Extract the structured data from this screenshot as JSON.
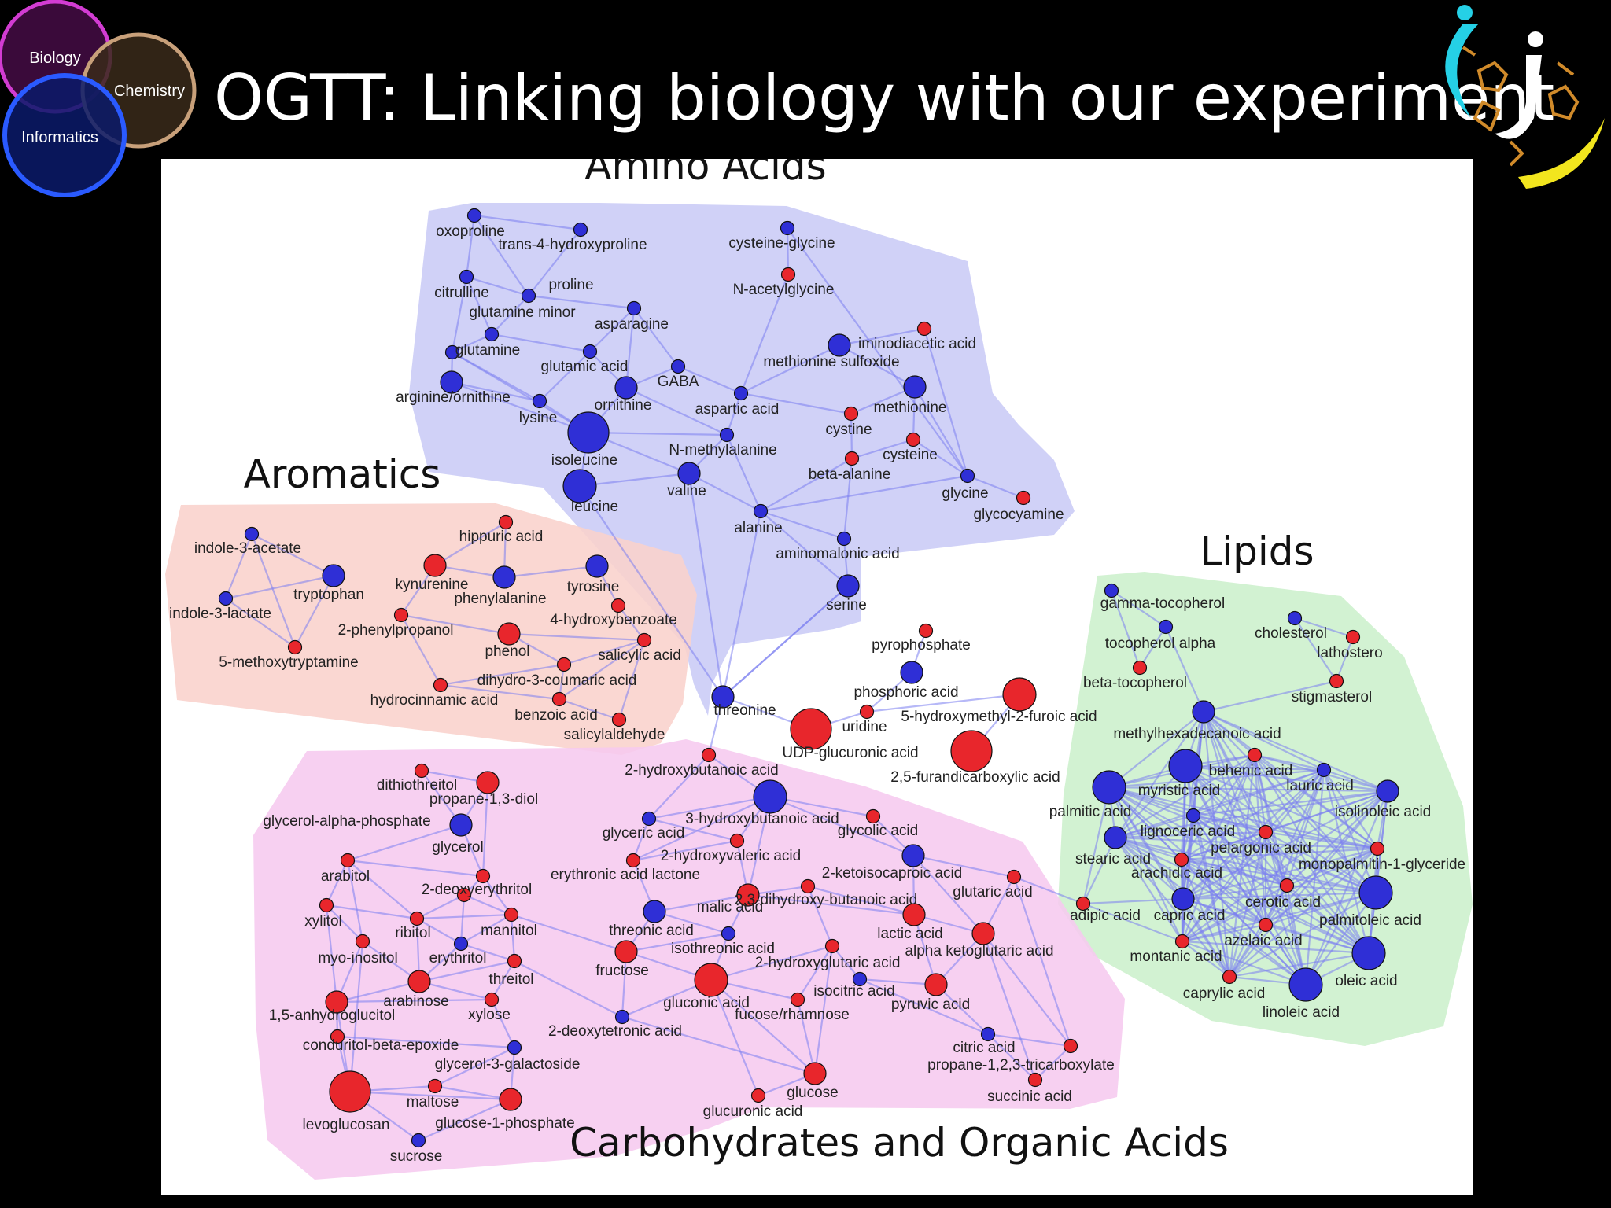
{
  "slide": {
    "title": "OGTT: Linking biology with our experiment",
    "venn": [
      "Biology",
      "Chemistry",
      "Informatics"
    ]
  },
  "colors": {
    "increase": "#e8262c",
    "decrease": "#2f2fd6",
    "edge": "#7a7ef0",
    "amino": "#c9cbf6",
    "aromatics": "#f9d2cc",
    "lipids": "#ccf0cc",
    "carbs": "#f6c9ef"
  },
  "groups": [
    {
      "name": "Amino Acids",
      "color": "amino"
    },
    {
      "name": "Aromatics",
      "color": "aromatics"
    },
    {
      "name": "Lipids",
      "color": "lipids"
    },
    {
      "name": "Carbohydrates and Organic Acids",
      "color": "carbs"
    }
  ],
  "nodes": [
    {
      "id": "oxoproline",
      "label": "oxoproline",
      "c": "b",
      "s": 1
    },
    {
      "id": "hydroxyproline",
      "label": "trans-4-hydroxyproline",
      "c": "b",
      "s": 1
    },
    {
      "id": "citrulline",
      "label": "citrulline",
      "c": "b",
      "s": 1
    },
    {
      "id": "proline",
      "label": "proline",
      "c": "b",
      "s": 1
    },
    {
      "id": "glutamine_minor",
      "label": "glutamine minor",
      "c": "b",
      "s": 1
    },
    {
      "id": "asparagine",
      "label": "asparagine",
      "c": "b",
      "s": 1
    },
    {
      "id": "glutamine",
      "label": "glutamine",
      "c": "b",
      "s": 1
    },
    {
      "id": "glutamic_acid",
      "label": "glutamic acid",
      "c": "b",
      "s": 1
    },
    {
      "id": "gaba",
      "label": "GABA",
      "c": "b",
      "s": 1
    },
    {
      "id": "arginine",
      "label": "arginine/ornithine",
      "c": "b",
      "s": 2
    },
    {
      "id": "lysine",
      "label": "lysine",
      "c": "b",
      "s": 1
    },
    {
      "id": "ornithine",
      "label": "ornithine",
      "c": "b",
      "s": 2
    },
    {
      "id": "isoleucine",
      "label": "isoleucine",
      "c": "b",
      "s": 4
    },
    {
      "id": "leucine",
      "label": "leucine",
      "c": "b",
      "s": 3
    },
    {
      "id": "cysteine_glycine",
      "label": "cysteine-glycine",
      "c": "b",
      "s": 1
    },
    {
      "id": "n_acetylglycine",
      "label": "N-acetylglycine",
      "c": "r",
      "s": 1
    },
    {
      "id": "iminodiacetic",
      "label": "iminodiacetic acid",
      "c": "r",
      "s": 1
    },
    {
      "id": "methionine_sulfoxide",
      "label": "methionine sulfoxide",
      "c": "b",
      "s": 2
    },
    {
      "id": "aspartic",
      "label": "aspartic acid",
      "c": "b",
      "s": 1
    },
    {
      "id": "methionine",
      "label": "methionine",
      "c": "b",
      "s": 2
    },
    {
      "id": "cystine",
      "label": "cystine",
      "c": "r",
      "s": 1
    },
    {
      "id": "n_methylalanine",
      "label": "N-methylalanine",
      "c": "b",
      "s": 1
    },
    {
      "id": "cysteine",
      "label": "cysteine",
      "c": "r",
      "s": 1
    },
    {
      "id": "beta_alanine",
      "label": "beta-alanine",
      "c": "r",
      "s": 1
    },
    {
      "id": "valine",
      "label": "valine",
      "c": "b",
      "s": 2
    },
    {
      "id": "glycine",
      "label": "glycine",
      "c": "b",
      "s": 1
    },
    {
      "id": "glycocyamine",
      "label": "glycocyamine",
      "c": "r",
      "s": 1
    },
    {
      "id": "alanine",
      "label": "alanine",
      "c": "b",
      "s": 1
    },
    {
      "id": "aminomalonic",
      "label": "aminomalonic acid",
      "c": "b",
      "s": 1
    },
    {
      "id": "serine",
      "label": "serine",
      "c": "b",
      "s": 2
    },
    {
      "id": "threonine",
      "label": "threonine",
      "c": "b",
      "s": 2
    },
    {
      "id": "indole_acetate",
      "label": "indole-3-acetate",
      "c": "b",
      "s": 1
    },
    {
      "id": "tryptophan",
      "label": "tryptophan",
      "c": "b",
      "s": 2
    },
    {
      "id": "indole_lactate",
      "label": "indole-3-lactate",
      "c": "b",
      "s": 1
    },
    {
      "id": "methoxytryptamine",
      "label": "5-methoxytryptamine",
      "c": "r",
      "s": 1
    },
    {
      "id": "hippuric",
      "label": "hippuric acid",
      "c": "r",
      "s": 1
    },
    {
      "id": "kynurenine",
      "label": "kynurenine",
      "c": "r",
      "s": 2
    },
    {
      "id": "phenylalanine",
      "label": "phenylalanine",
      "c": "b",
      "s": 2
    },
    {
      "id": "tyrosine",
      "label": "tyrosine",
      "c": "b",
      "s": 2
    },
    {
      "id": "phenylpropanol",
      "label": "2-phenylpropanol",
      "c": "r",
      "s": 1
    },
    {
      "id": "hydroxybenzoate",
      "label": "4-hydroxybenzoate",
      "c": "r",
      "s": 1
    },
    {
      "id": "phenol",
      "label": "phenol",
      "c": "r",
      "s": 2
    },
    {
      "id": "salicylic",
      "label": "salicylic acid",
      "c": "r",
      "s": 1
    },
    {
      "id": "dihydrocoumaric",
      "label": "dihydro-3-coumaric acid",
      "c": "r",
      "s": 1
    },
    {
      "id": "hydrocinnamic",
      "label": "hydrocinnamic acid",
      "c": "r",
      "s": 1
    },
    {
      "id": "benzoic",
      "label": "benzoic acid",
      "c": "r",
      "s": 1
    },
    {
      "id": "salicylaldehyde",
      "label": "salicylaldehyde",
      "c": "r",
      "s": 1
    },
    {
      "id": "pyrophosphate",
      "label": "pyrophosphate",
      "c": "r",
      "s": 1
    },
    {
      "id": "phosphoric",
      "label": "phosphoric acid",
      "c": "b",
      "s": 2
    },
    {
      "id": "hmf_furoic",
      "label": "5-hydroxymethyl-2-furoic acid",
      "c": "r",
      "s": 3
    },
    {
      "id": "uridine",
      "label": "uridine",
      "c": "r",
      "s": 1
    },
    {
      "id": "udp_glucuronic",
      "label": "UDP-glucuronic acid",
      "c": "r",
      "s": 4
    },
    {
      "id": "furandicarboxylic",
      "label": "2,5-furandicarboxylic acid",
      "c": "r",
      "s": 4
    },
    {
      "id": "gamma_tocopherol",
      "label": "gamma-tocopherol",
      "c": "b",
      "s": 1
    },
    {
      "id": "tocopherol_alpha",
      "label": "tocopherol alpha",
      "c": "b",
      "s": 1
    },
    {
      "id": "cholesterol",
      "label": "cholesterol",
      "c": "b",
      "s": 1
    },
    {
      "id": "lathostero",
      "label": "lathostero",
      "c": "r",
      "s": 1
    },
    {
      "id": "beta_tocopherol",
      "label": "beta-tocopherol",
      "c": "r",
      "s": 1
    },
    {
      "id": "stigmasterol",
      "label": "stigmasterol",
      "c": "r",
      "s": 1
    },
    {
      "id": "methylhexadecanoic",
      "label": "methylhexadecanoic acid",
      "c": "b",
      "s": 2
    },
    {
      "id": "behenic",
      "label": "behenic acid",
      "c": "b",
      "s": 3
    },
    {
      "id": "lauric",
      "label": "lauric acid",
      "c": "b",
      "s": 1
    },
    {
      "id": "myristic",
      "label": "myristic acid",
      "c": "r",
      "s": 1
    },
    {
      "id": "palmitic",
      "label": "palmitic acid",
      "c": "b",
      "s": 3
    },
    {
      "id": "isolinoleic",
      "label": "isolinoleic acid",
      "c": "b",
      "s": 2
    },
    {
      "id": "lignoceric",
      "label": "lignoceric acid",
      "c": "b",
      "s": 1
    },
    {
      "id": "pelargonic",
      "label": "pelargonic acid",
      "c": "r",
      "s": 1
    },
    {
      "id": "stearic",
      "label": "stearic acid",
      "c": "b",
      "s": 2
    },
    {
      "id": "arachidic",
      "label": "arachidic acid",
      "c": "r",
      "s": 1
    },
    {
      "id": "monopalmitin",
      "label": "monopalmitin-1-glyceride",
      "c": "r",
      "s": 1
    },
    {
      "id": "adipic",
      "label": "adipic acid",
      "c": "r",
      "s": 1
    },
    {
      "id": "capric",
      "label": "capric acid",
      "c": "b",
      "s": 2
    },
    {
      "id": "cerotic",
      "label": "cerotic acid",
      "c": "r",
      "s": 1
    },
    {
      "id": "palmitoleic",
      "label": "palmitoleic acid",
      "c": "b",
      "s": 3
    },
    {
      "id": "azelaic",
      "label": "azelaic acid",
      "c": "r",
      "s": 1
    },
    {
      "id": "montanic",
      "label": "montanic acid",
      "c": "r",
      "s": 1
    },
    {
      "id": "oleic",
      "label": "oleic acid",
      "c": "b",
      "s": 3
    },
    {
      "id": "caprylic",
      "label": "caprylic acid",
      "c": "r",
      "s": 1
    },
    {
      "id": "linoleic",
      "label": "linoleic acid",
      "c": "b",
      "s": 3
    },
    {
      "id": "hydroxybutanoic2",
      "label": "2-hydroxybutanoic acid",
      "c": "r",
      "s": 1
    },
    {
      "id": "hydroxybutanoic3",
      "label": "3-hydroxybutanoic acid",
      "c": "b",
      "s": 3
    },
    {
      "id": "dithiothreitol",
      "label": "dithiothreitol",
      "c": "r",
      "s": 1
    },
    {
      "id": "propanediol",
      "label": "propane-1,3-diol",
      "c": "r",
      "s": 2
    },
    {
      "id": "glycerol_phosphate",
      "label": "glycerol-alpha-phosphate",
      "c": "b",
      "s": 2
    },
    {
      "id": "glycerol",
      "label": "glycerol",
      "c": "r",
      "s": 1
    },
    {
      "id": "glyceric",
      "label": "glyceric acid",
      "c": "b",
      "s": 1
    },
    {
      "id": "glycolic",
      "label": "glycolic acid",
      "c": "r",
      "s": 1
    },
    {
      "id": "hydroxyvaleric",
      "label": "2-hydroxyvaleric acid",
      "c": "r",
      "s": 1
    },
    {
      "id": "arabitol",
      "label": "arabitol",
      "c": "r",
      "s": 1
    },
    {
      "id": "erythronic_lactone",
      "label": "erythronic acid lactone",
      "c": "r",
      "s": 1
    },
    {
      "id": "ketoisocaproic",
      "label": "2-ketoisocaproic acid",
      "c": "b",
      "s": 2
    },
    {
      "id": "deoxyerythritol",
      "label": "2-deoxyerythritol",
      "c": "r",
      "s": 1
    },
    {
      "id": "glutaric",
      "label": "glutaric acid",
      "c": "r",
      "s": 1
    },
    {
      "id": "xylitol",
      "label": "xylitol",
      "c": "r",
      "s": 1
    },
    {
      "id": "malic",
      "label": "malic acid",
      "c": "r",
      "s": 2
    },
    {
      "id": "dihydroxybutanoic",
      "label": "2,3-dihydroxy-butanoic acid",
      "c": "r",
      "s": 1
    },
    {
      "id": "ribitol",
      "label": "ribitol",
      "c": "r",
      "s": 1
    },
    {
      "id": "mannitol",
      "label": "mannitol",
      "c": "r",
      "s": 1
    },
    {
      "id": "threonic",
      "label": "threonic acid",
      "c": "b",
      "s": 2
    },
    {
      "id": "lactic",
      "label": "lactic acid",
      "c": "r",
      "s": 2
    },
    {
      "id": "myoinositol",
      "label": "myo-inositol",
      "c": "r",
      "s": 1
    },
    {
      "id": "erythritol",
      "label": "erythritol",
      "c": "b",
      "s": 1
    },
    {
      "id": "isothreonic",
      "label": "isothreonic acid",
      "c": "b",
      "s": 1
    },
    {
      "id": "alpha_ketoglutaric",
      "label": "alpha ketoglutaric acid",
      "c": "r",
      "s": 2
    },
    {
      "id": "fructose",
      "label": "fructose",
      "c": "r",
      "s": 2
    },
    {
      "id": "hydroxyglutaric",
      "label": "2-hydroxyglutaric acid",
      "c": "r",
      "s": 1
    },
    {
      "id": "arabinose",
      "label": "arabinose",
      "c": "r",
      "s": 2
    },
    {
      "id": "threitol",
      "label": "threitol",
      "c": "r",
      "s": 1
    },
    {
      "id": "gluconic",
      "label": "gluconic acid",
      "c": "r",
      "s": 3
    },
    {
      "id": "isocitric",
      "label": "isocitric acid",
      "c": "b",
      "s": 1
    },
    {
      "id": "pyruvic",
      "label": "pyruvic acid",
      "c": "r",
      "s": 2
    },
    {
      "id": "anhydroglucitol",
      "label": "1,5-anhydroglucitol",
      "c": "r",
      "s": 2
    },
    {
      "id": "xylose",
      "label": "xylose",
      "c": "r",
      "s": 1
    },
    {
      "id": "fucose",
      "label": "fucose/rhamnose",
      "c": "r",
      "s": 1
    },
    {
      "id": "deoxytetronic",
      "label": "2-deoxytetronic acid",
      "c": "b",
      "s": 1
    },
    {
      "id": "citric",
      "label": "citric acid",
      "c": "b",
      "s": 1
    },
    {
      "id": "conduritol",
      "label": "conduritol-beta-epoxide",
      "c": "r",
      "s": 1
    },
    {
      "id": "tricarboxylate",
      "label": "propane-1,2,3-tricarboxylate",
      "c": "r",
      "s": 1
    },
    {
      "id": "galactoside",
      "label": "glycerol-3-galactoside",
      "c": "b",
      "s": 1
    },
    {
      "id": "glucose",
      "label": "glucose",
      "c": "r",
      "s": 2
    },
    {
      "id": "succinic",
      "label": "succinic acid",
      "c": "r",
      "s": 1
    },
    {
      "id": "maltose",
      "label": "maltose",
      "c": "r",
      "s": 1
    },
    {
      "id": "levoglucosan",
      "label": "levoglucosan",
      "c": "r",
      "s": 4
    },
    {
      "id": "glucose_phosphate",
      "label": "glucose-1-phosphate",
      "c": "r",
      "s": 2
    },
    {
      "id": "glucuronic",
      "label": "glucuronic acid",
      "c": "r",
      "s": 1
    },
    {
      "id": "sucrose",
      "label": "sucrose",
      "c": "b",
      "s": 1
    }
  ]
}
